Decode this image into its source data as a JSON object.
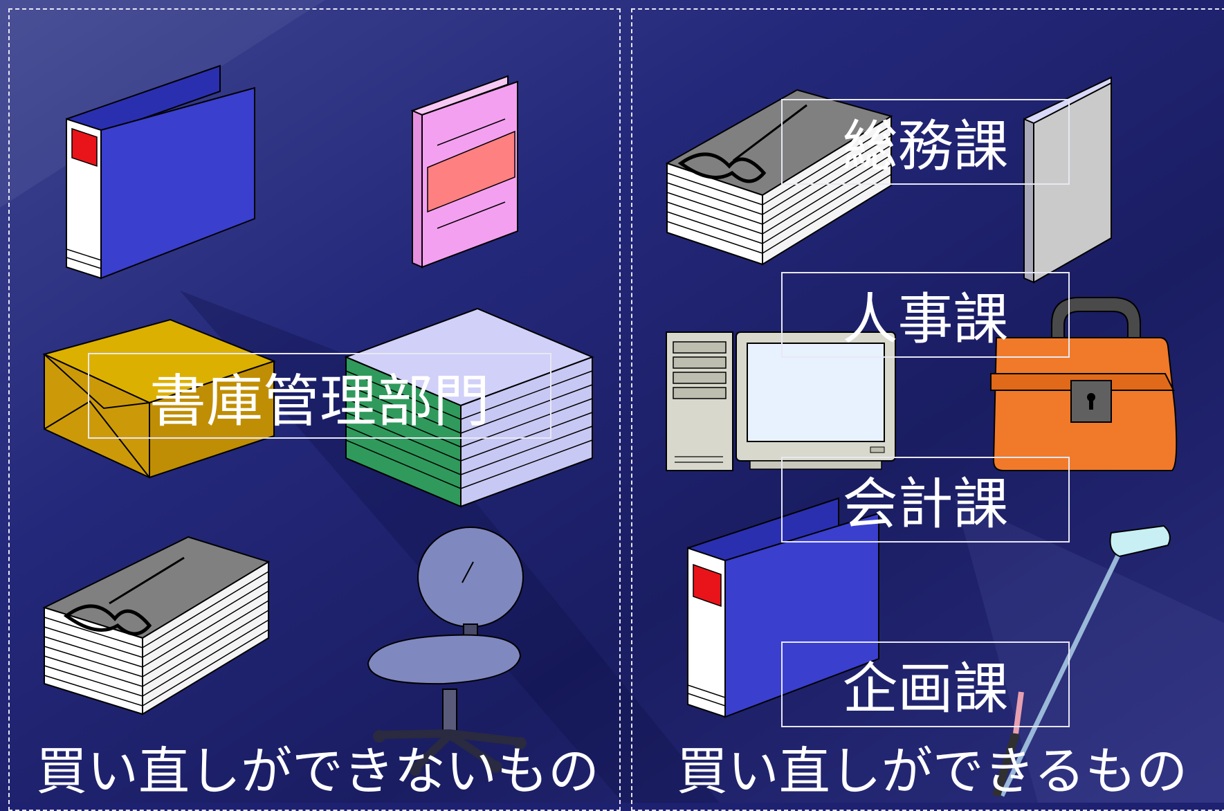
{
  "left_panel": {
    "label": "書庫管理部門",
    "caption": "買い直しができないもの"
  },
  "right_panel": {
    "departments": [
      "総務課",
      "人事課",
      "会計課",
      "企画課"
    ],
    "caption": "買い直しができるもの"
  },
  "colors": {
    "background": "#1e2070",
    "label_text": "#ffffff",
    "blue_binder": "#3a3fce",
    "pink_book": "#f4a0f0",
    "envelope": "#cc9a08",
    "green_stack": "#2f9a5c",
    "briefcase": "#f07a2a",
    "chair": "#8088c0"
  },
  "icons": [
    "binder-icon",
    "pink-notebook-icon",
    "envelope-parcel-icon",
    "paper-stack-icon",
    "tied-bundle-icon",
    "office-chair-icon",
    "gray-binder-icon",
    "desktop-computer-icon",
    "briefcase-icon",
    "golf-club-icon"
  ]
}
